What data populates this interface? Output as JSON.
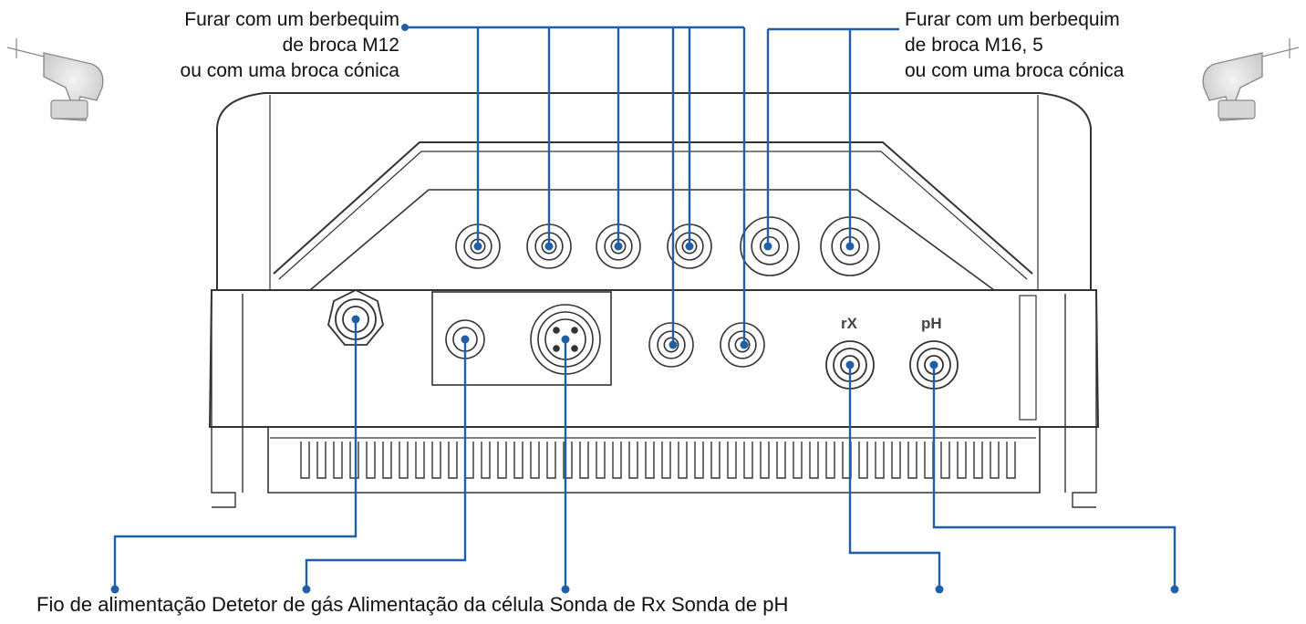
{
  "colors": {
    "callout": "#1f5fa8",
    "outline": "#333333",
    "text": "#111111"
  },
  "labels": {
    "m12_line1": "Furar com um berbequim",
    "m12_line2": "de broca M12",
    "m12_line3": "ou com uma broca cónica",
    "m16_line1": "Furar com um berbequim",
    "m16_line2": "de broca M16, 5",
    "m16_line3": "ou com uma broca cónica",
    "port_rx": "rX",
    "port_ph": "pH",
    "bottom": {
      "power": "Fio de alimentação",
      "gas": "Detetor de gás",
      "cell": "Alimentação da célula",
      "rx": "Sonda de Rx",
      "ph": "Sonda de pH"
    }
  },
  "icons": [
    "drill-icon-left",
    "drill-icon-right"
  ]
}
